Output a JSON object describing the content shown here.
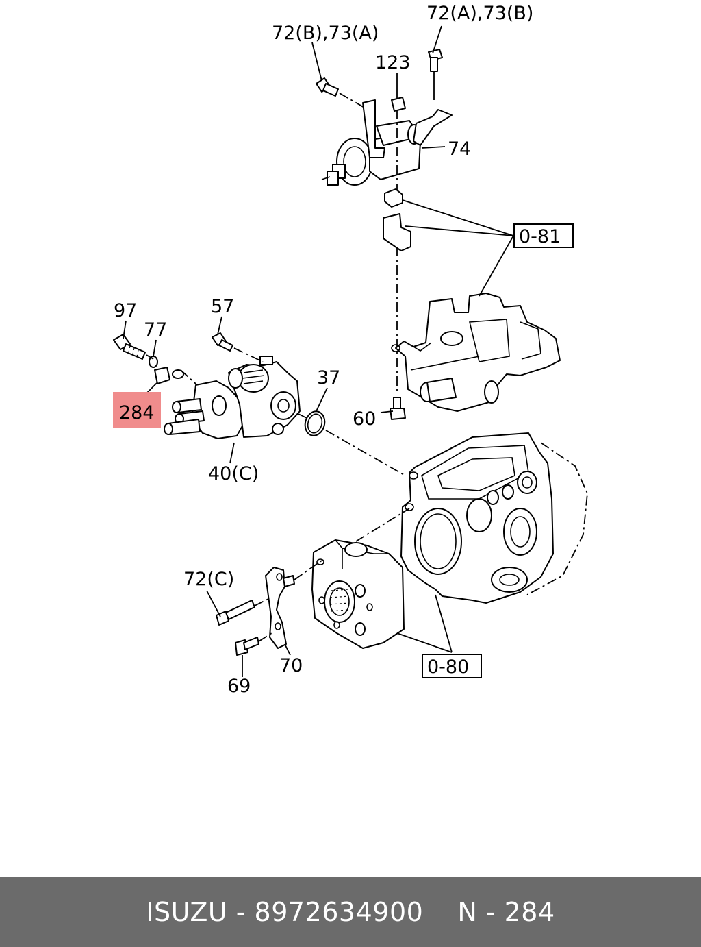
{
  "labels": {
    "l72a73b": "72(A),73(B)",
    "l72b73a": "72(B),73(A)",
    "l123": "123",
    "l74": "74",
    "l081": "0-81",
    "l97": "97",
    "l77": "77",
    "l57": "57",
    "l37": "37",
    "l284": "284",
    "l60": "60",
    "l40c": "40(C)",
    "l72c": "72(C)",
    "l70": "70",
    "l69": "69",
    "l080": "0-80"
  },
  "highlight_color": "#f08c8c",
  "footer": {
    "brand": "ISUZU",
    "part_number": "8972634900",
    "position": "N - 284",
    "separator": " - "
  }
}
